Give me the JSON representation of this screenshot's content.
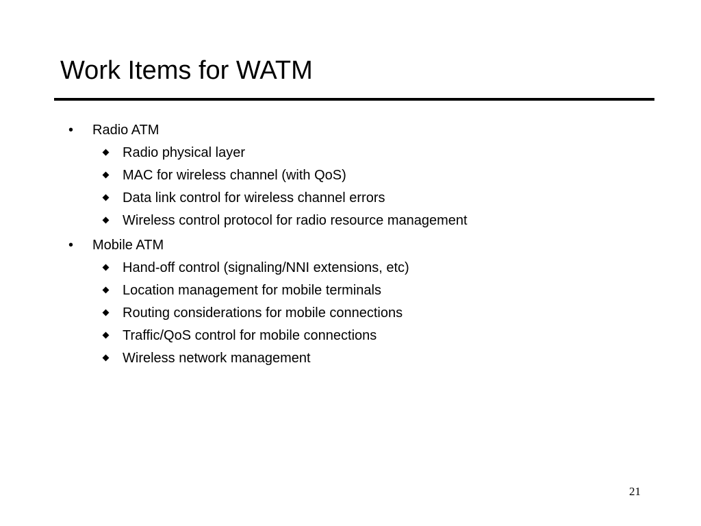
{
  "slide": {
    "title": "Work Items for WATM",
    "page_number": "21"
  },
  "sections": [
    {
      "label": "Radio ATM",
      "items": [
        "Radio physical layer",
        "MAC for wireless channel (with QoS)",
        "Data link control for wireless channel errors",
        "Wireless control protocol for radio resource management"
      ]
    },
    {
      "label": "Mobile ATM",
      "items": [
        "Hand-off control (signaling/NNI extensions, etc)",
        "Location management for mobile terminals",
        "Routing considerations for mobile connections",
        "Traffic/QoS control for mobile connections",
        "Wireless network management"
      ]
    }
  ]
}
